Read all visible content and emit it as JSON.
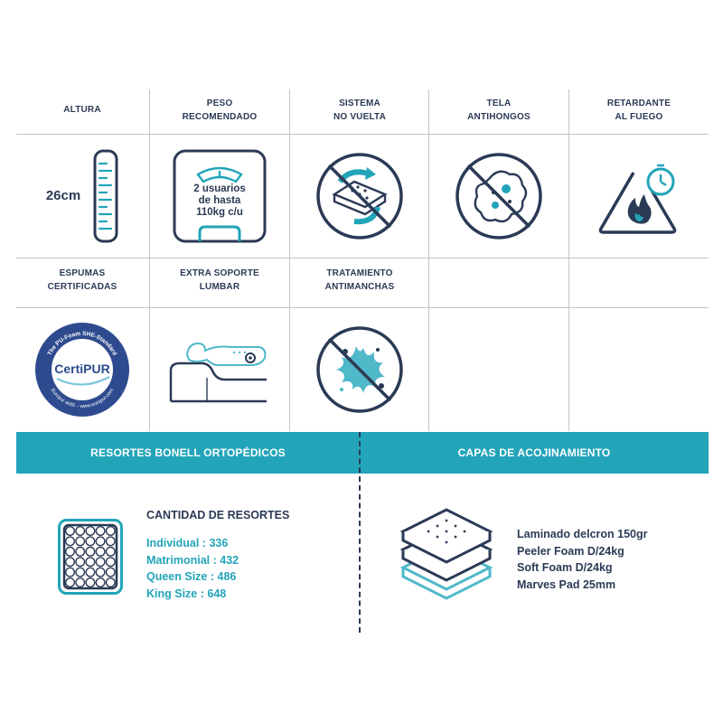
{
  "features": [
    {
      "label": "ALTURA",
      "icon": "ruler-icon",
      "value": "26cm"
    },
    {
      "label": "PESO RECOMENDADO",
      "icon": "scale-icon",
      "lines": [
        "2 usuarios",
        "de hasta",
        "110kg c/u"
      ]
    },
    {
      "label": "SISTEMA NO VUELTA",
      "icon": "no-flip-mattress-icon"
    },
    {
      "label": "TELA ANTIHONGOS",
      "icon": "no-fungus-icon"
    },
    {
      "label": "RETARDANTE AL FUEGO",
      "icon": "fire-retardant-icon"
    },
    {
      "label": "ESPUMAS CERTIFICADAS",
      "icon": "certipur-seal-icon",
      "seal": {
        "top": "The PU-Foam SHE-Standard",
        "center": "CertiPUR",
        "bottom": "Europur aisbl. - www.europur.com"
      }
    },
    {
      "label": "EXTRA SOPORTE LUMBAR",
      "icon": "lumbar-support-icon"
    },
    {
      "label": "TRATAMIENTO ANTIMANCHAS",
      "icon": "stain-resistant-icon"
    }
  ],
  "feature_labels": {
    "altura": [
      "ALTURA"
    ],
    "peso": [
      "PESO",
      "RECOMENDADO"
    ],
    "sistema": [
      "SISTEMA",
      "NO VUELTA"
    ],
    "tela": [
      "TELA",
      "ANTIHONGOS"
    ],
    "retardante": [
      "RETARDANTE",
      "AL FUEGO"
    ],
    "espumas": [
      "ESPUMAS",
      "CERTIFICADAS"
    ],
    "lumbar": [
      "EXTRA SOPORTE",
      "LUMBAR"
    ],
    "antimanchas": [
      "TRATAMIENTO",
      "ANTIMANCHAS"
    ]
  },
  "altura_value": "26cm",
  "peso_lines": [
    "2 usuarios",
    "de hasta",
    "110kg c/u"
  ],
  "seal": {
    "top": "The PU-Foam SHE-Standard",
    "center": "CertiPUR",
    "bottom": "Europur aisbl. - www.europur.com"
  },
  "springs": {
    "banner": "RESORTES BONELL ORTOPÉDICOS",
    "title": "CANTIDAD DE RESORTES",
    "items": [
      "Individual : 336",
      "Matrimonial : 432",
      "Queen Size : 486",
      "King Size : 648"
    ]
  },
  "layers": {
    "banner": "CAPAS DE ACOJINAMIENTO",
    "items": [
      "Laminado delcron 150gr",
      "Peeler Foam D/24kg",
      "Soft Foam D/24kg",
      "Marves Pad 25mm"
    ]
  },
  "colors": {
    "navy": "#2b3a55",
    "teal": "#22a4b9",
    "light_teal": "#4fb8c9",
    "grid_line": "#bfc5cc"
  }
}
